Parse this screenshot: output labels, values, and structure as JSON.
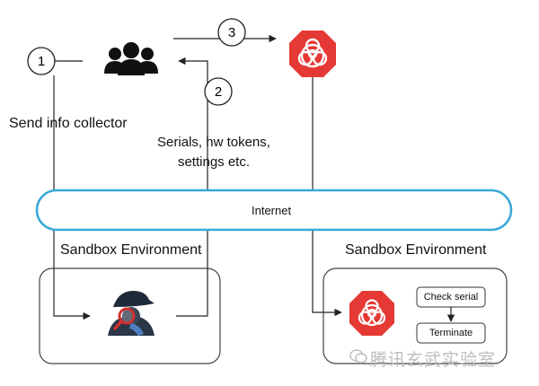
{
  "steps": [
    "1",
    "2",
    "3"
  ],
  "labels": {
    "send_info": "Send info collector",
    "serials_line1": "Serials, hw tokens,",
    "serials_line2": "settings etc.",
    "internet": "Internet",
    "sandbox_left": "Sandbox Environment",
    "sandbox_right": "Sandbox Environment",
    "check_serial": "Check serial",
    "terminate": "Terminate"
  },
  "watermark": "腾讯玄武实验室",
  "icons": {
    "users": "users-group-icon",
    "malware_top": "biohazard-octagon-icon",
    "malware_sandbox": "biohazard-octagon-icon",
    "spy": "spy-agent-icon",
    "wechat": "wechat-logo-icon"
  },
  "colors": {
    "internet_border": "#3aa8d8",
    "malware_red": "#e53935",
    "lines": "#222222",
    "watermark": "#bdbdbd"
  }
}
